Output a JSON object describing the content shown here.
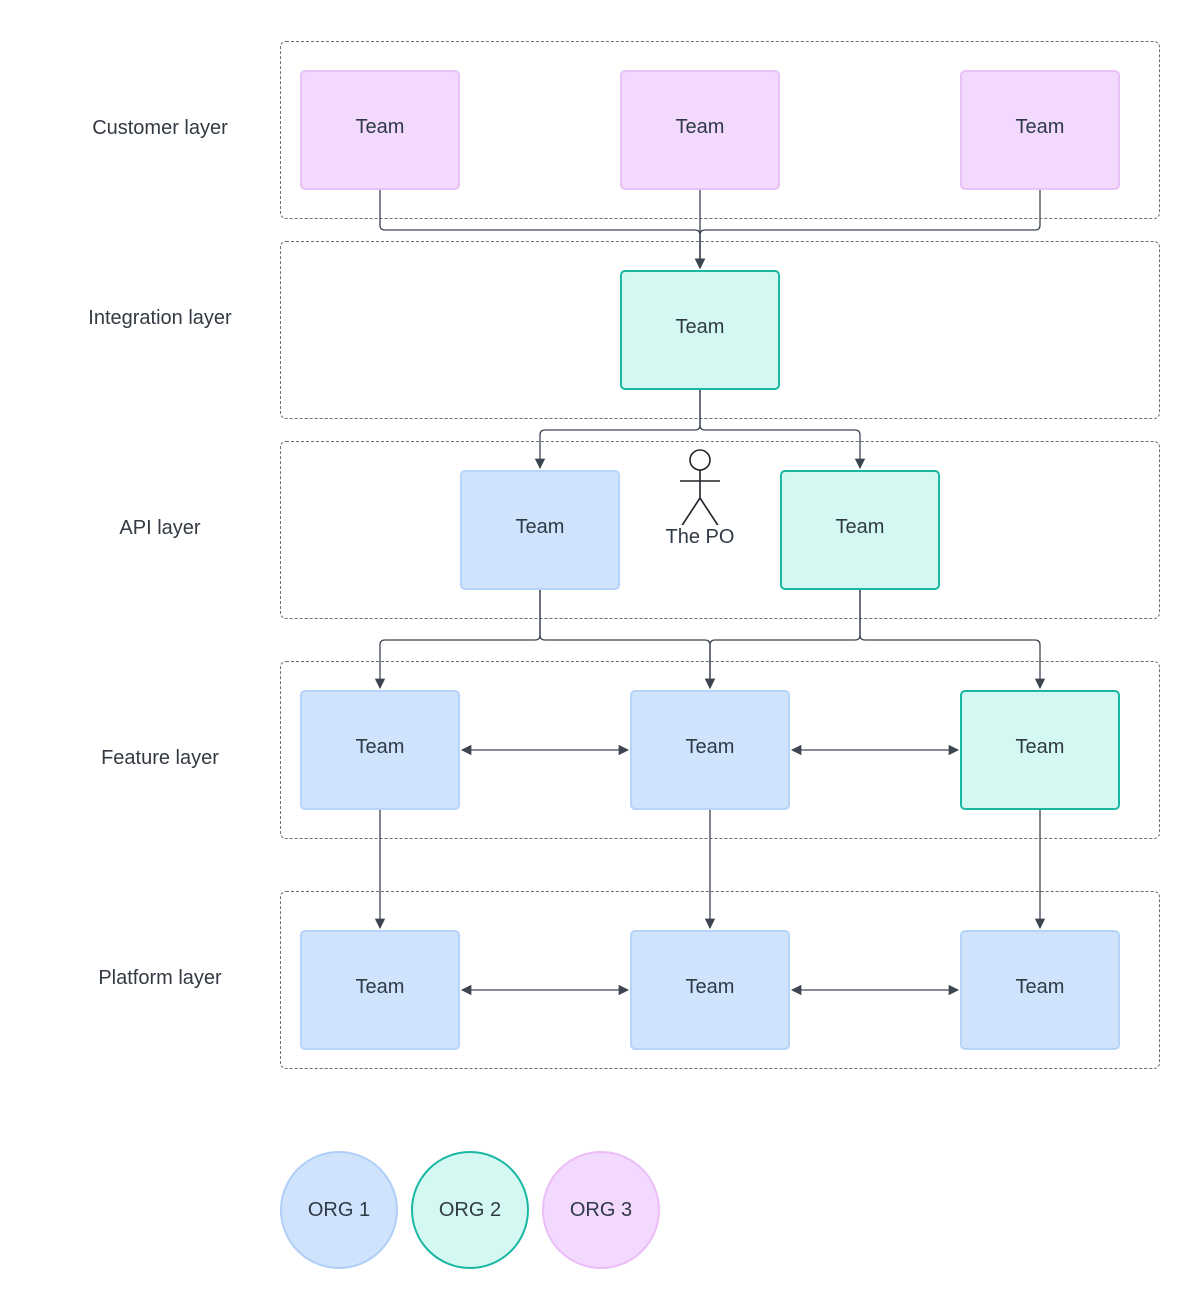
{
  "layers": [
    {
      "label": "Customer layer"
    },
    {
      "label": "Integration layer"
    },
    {
      "label": "API layer"
    },
    {
      "label": "Feature layer"
    },
    {
      "label": "Platform layer"
    }
  ],
  "team_label": "Team",
  "teams": [
    {
      "layer": "Customer layer",
      "org": "ORG 3",
      "label": "Team"
    },
    {
      "layer": "Customer layer",
      "org": "ORG 3",
      "label": "Team"
    },
    {
      "layer": "Customer layer",
      "org": "ORG 3",
      "label": "Team"
    },
    {
      "layer": "Integration layer",
      "org": "ORG 2",
      "label": "Team"
    },
    {
      "layer": "API layer",
      "org": "ORG 1",
      "label": "Team"
    },
    {
      "layer": "API layer",
      "org": "ORG 2",
      "label": "Team"
    },
    {
      "layer": "Feature layer",
      "org": "ORG 1",
      "label": "Team"
    },
    {
      "layer": "Feature layer",
      "org": "ORG 1",
      "label": "Team"
    },
    {
      "layer": "Feature layer",
      "org": "ORG 2",
      "label": "Team"
    },
    {
      "layer": "Platform layer",
      "org": "ORG 1",
      "label": "Team"
    },
    {
      "layer": "Platform layer",
      "org": "ORG 1",
      "label": "Team"
    },
    {
      "layer": "Platform layer",
      "org": "ORG 1",
      "label": "Team"
    }
  ],
  "actor": {
    "label": "The PO",
    "icon": "stick-figure-icon"
  },
  "legend": [
    {
      "label": "ORG 1",
      "color": "#cfe3fd"
    },
    {
      "label": "ORG 2",
      "color": "#d4f8f2"
    },
    {
      "label": "ORG 3",
      "color": "#f2d9fd"
    }
  ],
  "colors": {
    "org1_fill": "#cfe3fd",
    "org2_fill": "#d4f8f2",
    "org2_border": "#19b8a3",
    "org3_fill": "#f2d9fd",
    "connector": "#3d4550"
  }
}
